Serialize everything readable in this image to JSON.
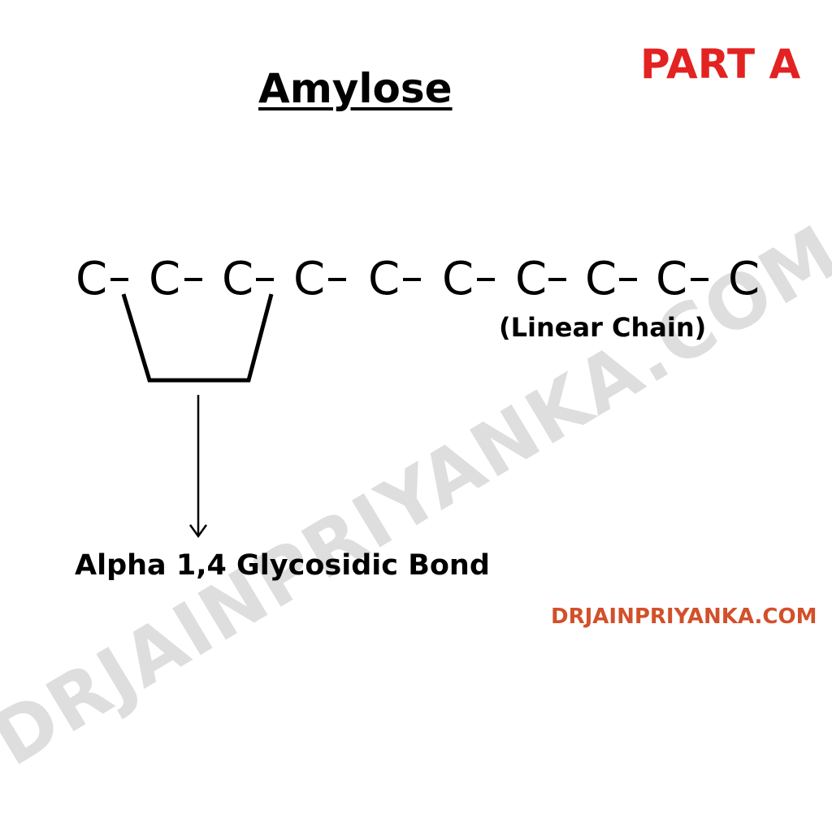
{
  "watermark": "DRJAINPRIYANKA.COM",
  "title": "Amylose",
  "part_label": "PART A",
  "chain": {
    "atoms": [
      "C",
      "C",
      "C",
      "C",
      "C",
      "C",
      "C",
      "C",
      "C",
      "C"
    ],
    "caption": "(Linear Chain)"
  },
  "bond_label": "Alpha 1,4 Glycosidic Bond",
  "site_name": "DRJAINPRIYANKA.COM",
  "colors": {
    "part_label": "#e32222",
    "site_name": "#d2502a",
    "watermark": "#dedede"
  }
}
